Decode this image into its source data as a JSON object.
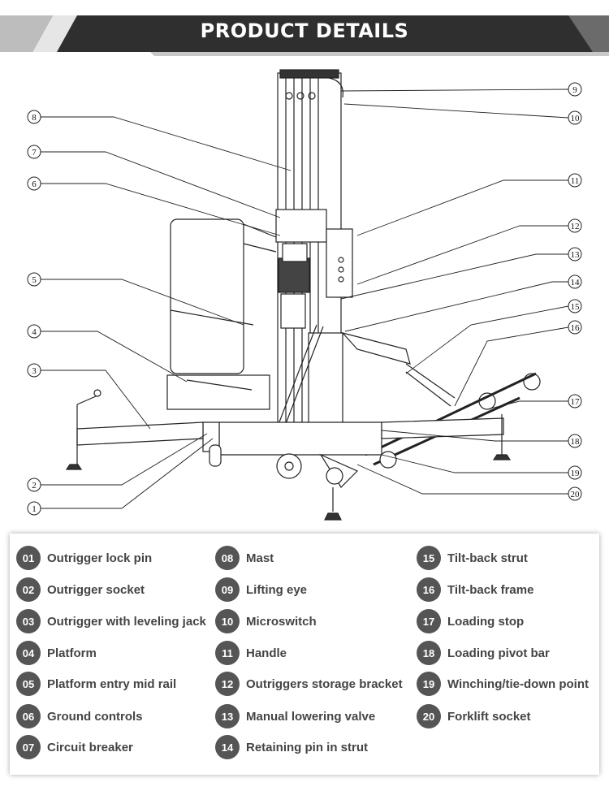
{
  "header": {
    "title": "PRODUCT DETAILS"
  },
  "callouts": [
    "1",
    "2",
    "3",
    "4",
    "5",
    "6",
    "7",
    "8",
    "9",
    "10",
    "11",
    "12",
    "13",
    "14",
    "15",
    "16",
    "17",
    "18",
    "19",
    "20"
  ],
  "legend": [
    {
      "num": "01",
      "label": "Outrigger lock pin"
    },
    {
      "num": "02",
      "label": "Outrigger socket"
    },
    {
      "num": "03",
      "label": "Outrigger with leveling jack"
    },
    {
      "num": "04",
      "label": "Platform"
    },
    {
      "num": "05",
      "label": "Platform entry mid rail"
    },
    {
      "num": "06",
      "label": "Ground controls"
    },
    {
      "num": "07",
      "label": "Circuit breaker"
    },
    {
      "num": "08",
      "label": "Mast"
    },
    {
      "num": "09",
      "label": "Lifting eye"
    },
    {
      "num": "10",
      "label": "Microswitch"
    },
    {
      "num": "11",
      "label": "Handle"
    },
    {
      "num": "12",
      "label": "Outriggers storage bracket"
    },
    {
      "num": "13",
      "label": "Manual lowering valve"
    },
    {
      "num": "14",
      "label": "Retaining pin in strut"
    },
    {
      "num": "15",
      "label": "Tilt-back strut"
    },
    {
      "num": "16",
      "label": "Tilt-back frame"
    },
    {
      "num": "17",
      "label": "Loading stop"
    },
    {
      "num": "18",
      "label": "Loading pivot bar"
    },
    {
      "num": "19",
      "label": "Winching/tie-down point"
    },
    {
      "num": "20",
      "label": "Forklift socket"
    }
  ]
}
